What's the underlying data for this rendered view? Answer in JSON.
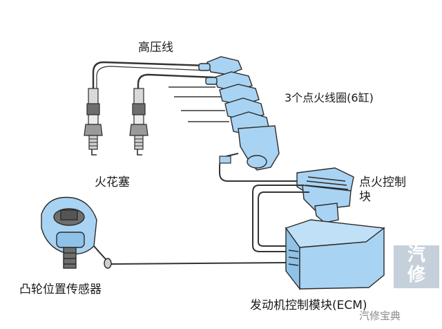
{
  "labels": {
    "high_voltage_wire": "高压线",
    "ignition_coils": "3个点火线圈(6缸)",
    "spark_plug": "火花塞",
    "ignition_control_module_line1": "点火控制",
    "ignition_control_module_line2": "块",
    "camshaft_position_sensor": "凸轮位置传感器",
    "engine_control_module": "发动机控制模块(ECM)"
  },
  "watermark": {
    "line1": "汽",
    "line2": "修",
    "sub": "汽修宝典"
  },
  "colors": {
    "component_fill": "#a9d3f2",
    "component_stroke": "#2b2b2b",
    "wire": "#333333",
    "text": "#1a1a1a"
  }
}
